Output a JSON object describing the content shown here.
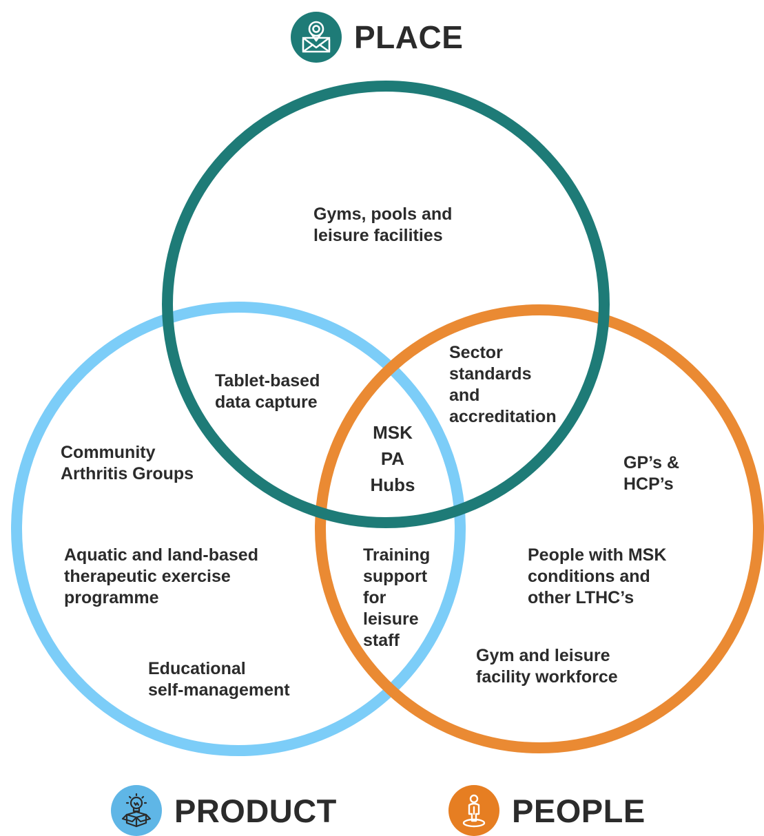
{
  "headers": {
    "place": {
      "title": "PLACE",
      "icon": "map-pin-envelope-icon",
      "color": "#1e7b77"
    },
    "product": {
      "title": "PRODUCT",
      "icon": "lightbulb-box-icon",
      "color": "#5fb6e6"
    },
    "people": {
      "title": "PEOPLE",
      "icon": "person-on-target-icon",
      "color": "#e67e22"
    }
  },
  "circles": {
    "place": {
      "color": "#1e7b77"
    },
    "product": {
      "color": "#7ccdf8"
    },
    "people": {
      "color": "#ea8a33"
    }
  },
  "labels": {
    "place_only": "Gyms, pools and\nleisure facilities",
    "place_product": "Tablet-based\ndata capture",
    "place_people": "Sector\nstandards\nand\naccreditation",
    "center": "MSK\nPA\nHubs",
    "product_community": "Community\nArthritis Groups",
    "product_aquatic": "Aquatic and land-based\ntherapeutic exercise\nprogramme",
    "product_educational": "Educational\nself-management",
    "product_people": "Training\nsupport\nfor\nleisure\nstaff",
    "people_gp": "GP’s &\nHCP’s",
    "people_msk": "People with MSK\nconditions and\nother LTHC’s",
    "people_workforce": "Gym and leisure\nfacility workforce"
  }
}
